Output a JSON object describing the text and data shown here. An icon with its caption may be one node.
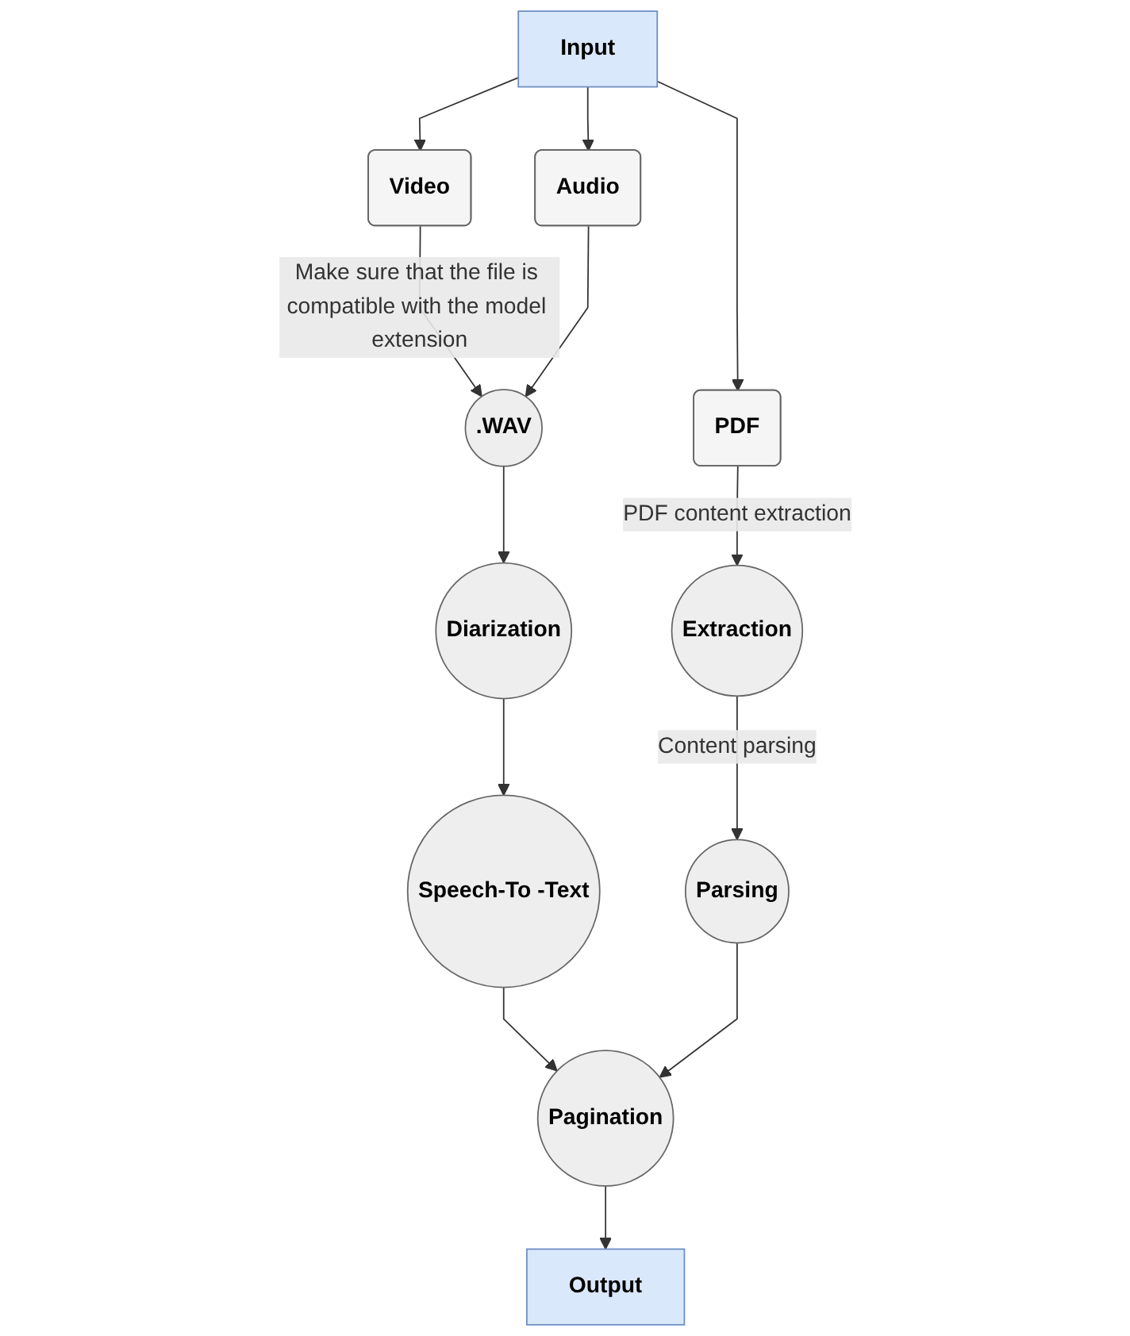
{
  "diagram": {
    "nodes": [
      {
        "text": [
          "Input"
        ]
      },
      {
        "text": [
          "Video"
        ]
      },
      {
        "text": [
          "Audio"
        ]
      },
      {
        "text": [
          "PDF"
        ]
      },
      {
        "text": [
          ".WAV"
        ]
      },
      {
        "text": [
          "Diarization"
        ]
      },
      {
        "text": [
          "Speech-To -Text"
        ]
      },
      {
        "text": [
          "Extraction"
        ]
      },
      {
        "text": [
          "Parsing"
        ]
      },
      {
        "text": [
          "Pagination"
        ]
      },
      {
        "text": [
          "Output"
        ]
      }
    ],
    "edges": [
      {
        "from": 0,
        "to": 1,
        "arrow": "to"
      },
      {
        "from": 0,
        "to": 2,
        "arrow": "to"
      },
      {
        "from": 0,
        "to": 3,
        "arrow": "to"
      },
      {
        "from": 1,
        "to": 4,
        "arrow": "to",
        "label": "Make sure that the file is compatible with the model extension"
      },
      {
        "from": 2,
        "to": 4,
        "arrow": "to"
      },
      {
        "from": 3,
        "to": 7,
        "arrow": "to",
        "label": "PDF content extraction"
      },
      {
        "from": 4,
        "to": 5,
        "arrow": "to"
      },
      {
        "from": 5,
        "to": 6,
        "arrow": "to"
      },
      {
        "from": 6,
        "to": 9,
        "arrow": "to"
      },
      {
        "from": 7,
        "to": 8,
        "arrow": "to",
        "label": "Content parsing"
      },
      {
        "from": 8,
        "to": 9,
        "arrow": "to"
      },
      {
        "from": 9,
        "to": 10,
        "arrow": "to"
      }
    ]
  }
}
